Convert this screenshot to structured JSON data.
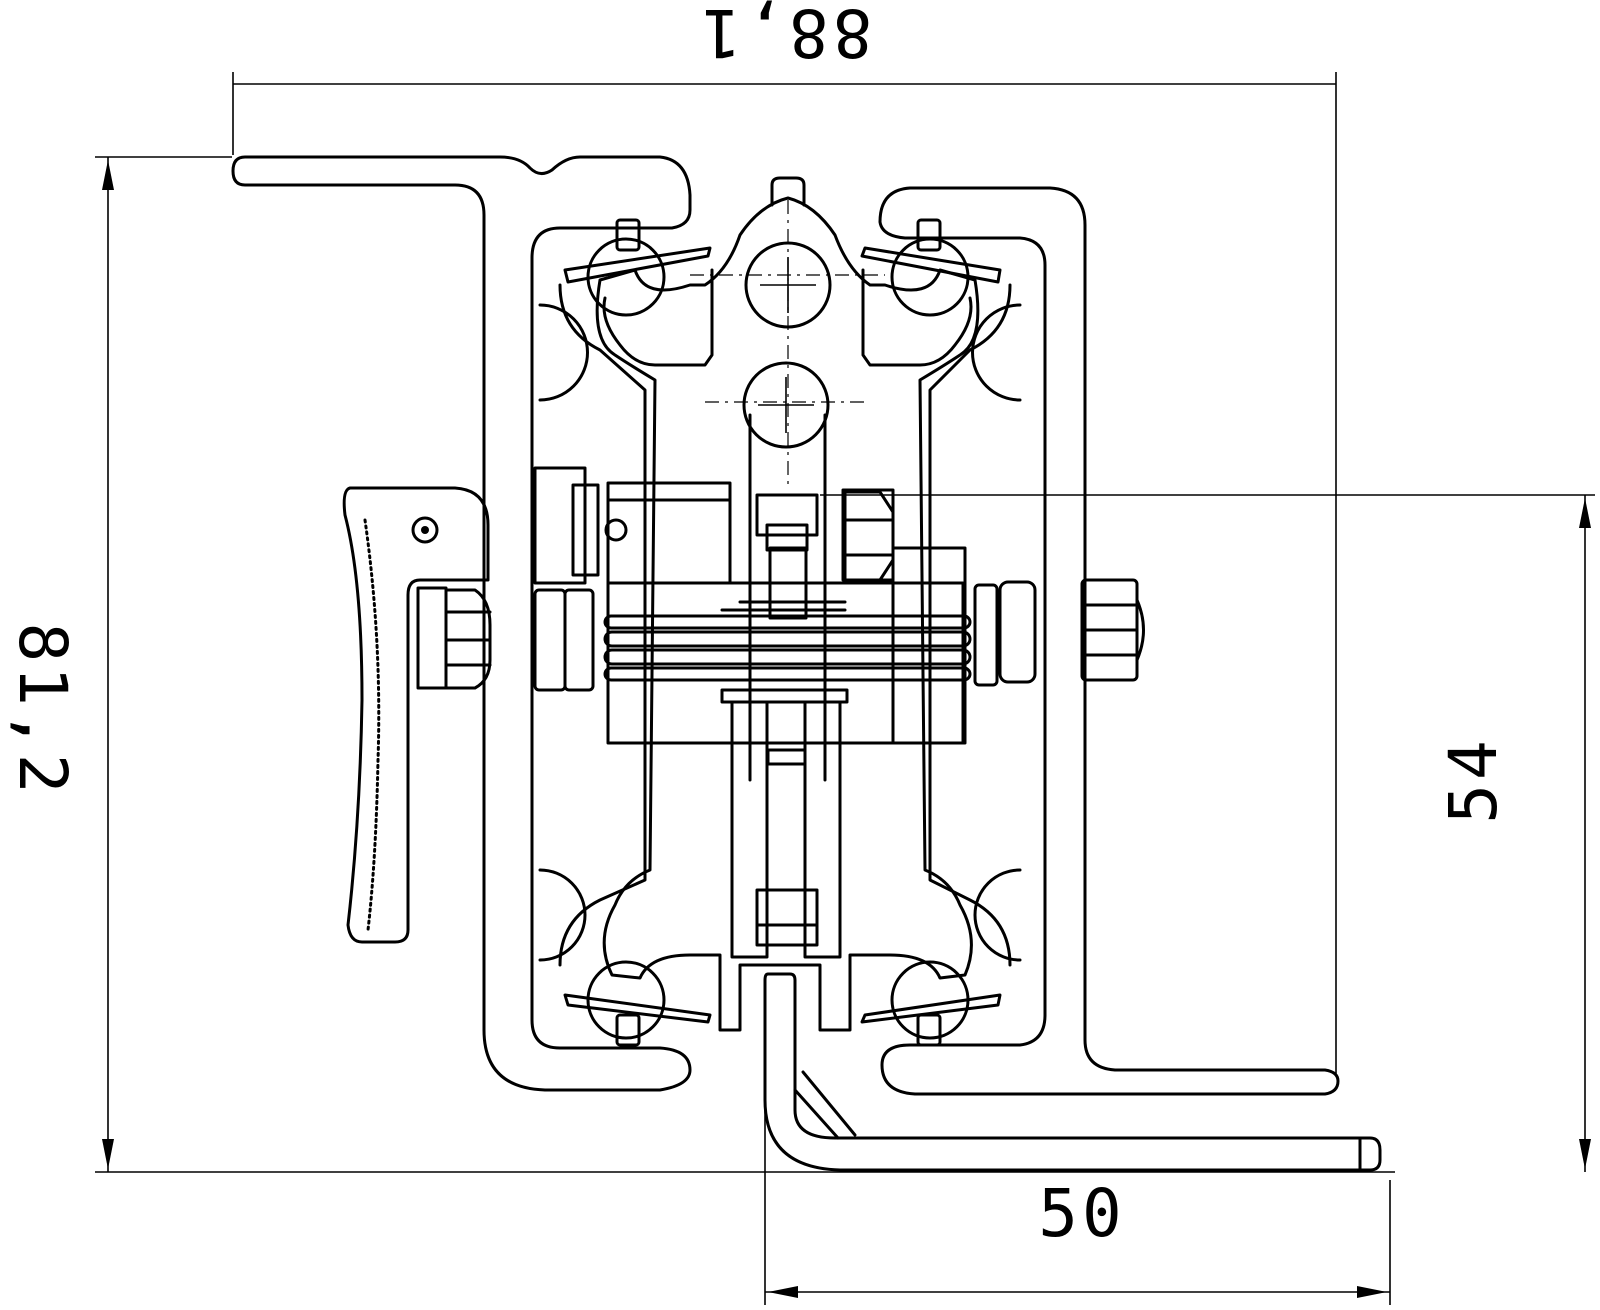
{
  "dimensions": {
    "width_label": "88,1",
    "height_label": "81,2",
    "stroke_label": "54",
    "offset_label": "50"
  }
}
